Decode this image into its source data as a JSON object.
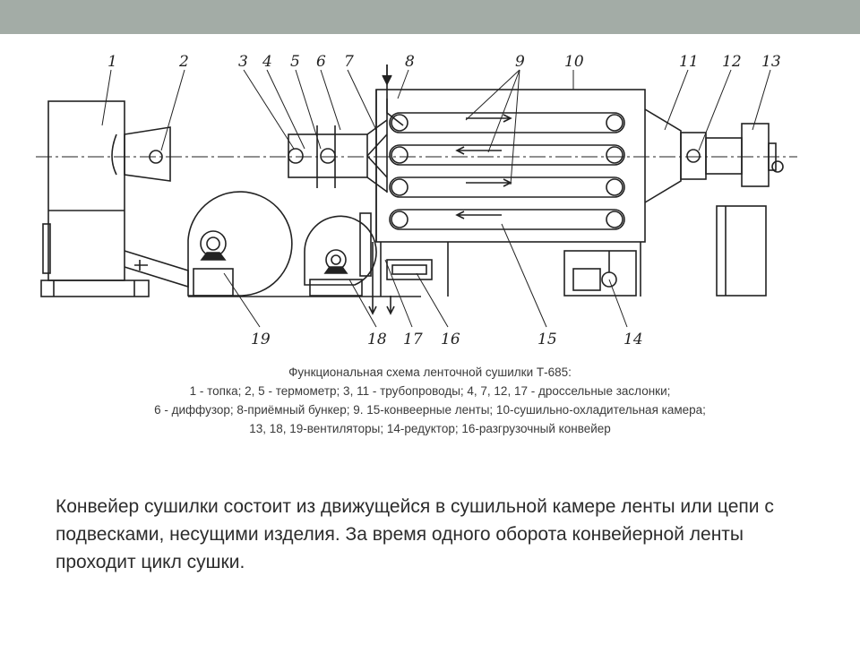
{
  "slide": {
    "diagram": {
      "callouts": [
        "1",
        "2",
        "3",
        "4",
        "5",
        "6",
        "7",
        "8",
        "9",
        "10",
        "11",
        "12",
        "13",
        "14",
        "15",
        "16",
        "17",
        "18",
        "19"
      ]
    },
    "caption": {
      "line1": "Функциональная схема ленточной сушилки Т-685:",
      "line2": "1 - топка; 2, 5 - термометр; 3, 11 - трубопроводы; 4, 7, 12, 17 - дроссельные заслонки;",
      "line3": "6 - диффузор; 8-приёмный бункер; 9. 15-конвеерные ленты; 10-сушильно-охладительная камера;",
      "line4": "13, 18, 19-вентиляторы; 14-редуктор; 16-разгрузочный конвейер"
    },
    "body_text": "Конвейер сушилки состоит из движущейся в сушильной камере ленты или цепи с подвесками, несущими изделия. За время одного оборота конвейерной ленты проходит цикл сушки."
  }
}
